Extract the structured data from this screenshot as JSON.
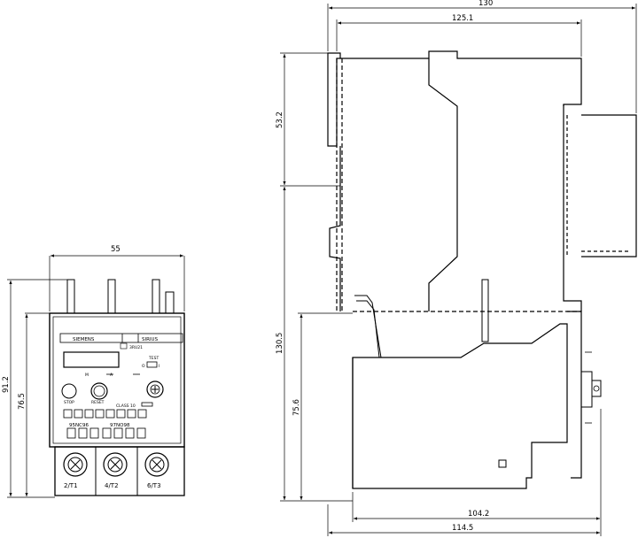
{
  "dimensions": {
    "front_width": "55",
    "front_height_total": "91.2",
    "front_height_body": "76.5",
    "side_width_total": "130",
    "side_width_inner": "125.1",
    "side_height_upper": "53.2",
    "side_height_lower": "130.5",
    "side_height_body": "75.6",
    "side_depth_1": "104.2",
    "side_depth_2": "114.5"
  },
  "device_labels": {
    "brand": "SIEMENS",
    "series": "SIRIUS",
    "model": "3RU21",
    "test_label": "TEST",
    "test_o": "O",
    "test_i": "I",
    "mode_m": "M",
    "mode_a": "A",
    "stop": "STOP",
    "reset": "RESET",
    "class": "CLASS 10",
    "aux_left": "95NC96",
    "aux_right": "97NO98",
    "terminal_1": "2/T1",
    "terminal_2": "4/T2",
    "terminal_3": "6/T3"
  }
}
